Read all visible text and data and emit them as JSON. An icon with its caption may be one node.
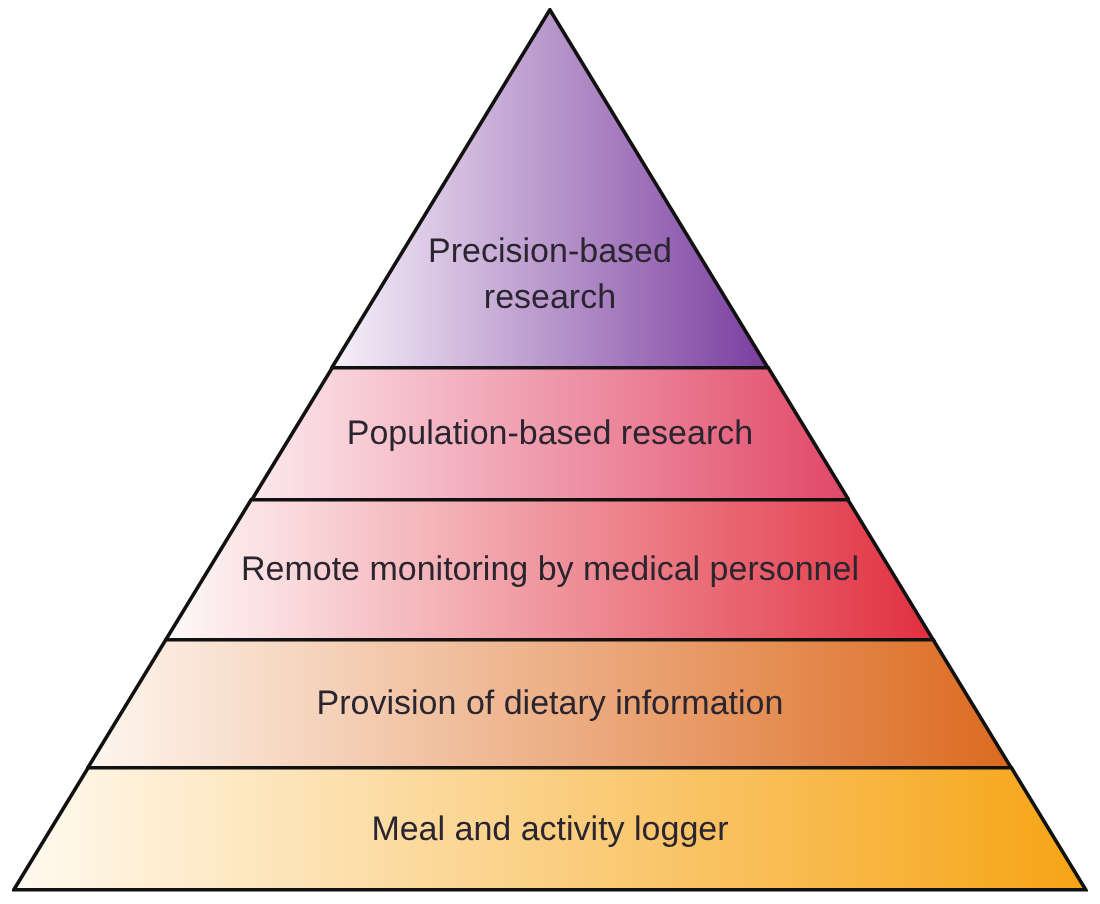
{
  "diagram": {
    "nodes": [
      {
        "text": [
          "Precision-based research"
        ]
      },
      {
        "text": [
          "Population-based research"
        ]
      },
      {
        "text": [
          "Remote monitoring by medical personnel"
        ]
      },
      {
        "text": [
          "Provision of dietary information"
        ]
      },
      {
        "text": [
          "Meal and activity logger"
        ]
      }
    ]
  }
}
